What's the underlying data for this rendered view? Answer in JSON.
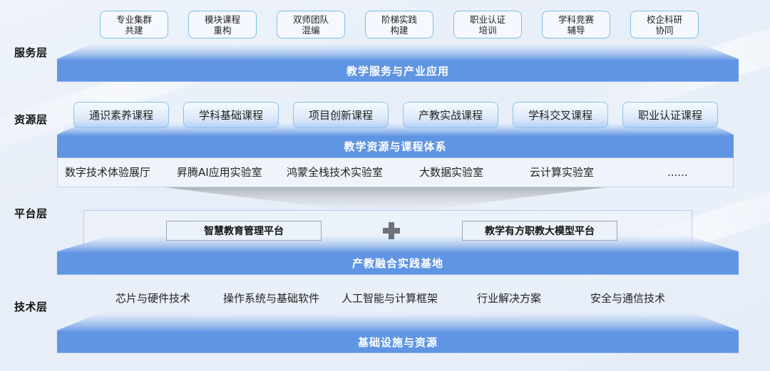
{
  "layers": {
    "service": {
      "label": "服务层",
      "band": "教学服务与产业应用",
      "cards": [
        {
          "line1": "专业集群",
          "line2": "共建"
        },
        {
          "line1": "模块课程",
          "line2": "重构"
        },
        {
          "line1": "双师团队",
          "line2": "混编"
        },
        {
          "line1": "阶梯实践",
          "line2": "构建"
        },
        {
          "line1": "职业认证",
          "line2": "培训"
        },
        {
          "line1": "学科竞赛",
          "line2": "辅导"
        },
        {
          "line1": "校企科研",
          "line2": "协同"
        }
      ]
    },
    "resource": {
      "label": "资源层",
      "band": "教学资源与课程体系",
      "courses": [
        "通识素养课程",
        "学科基础课程",
        "项目创新课程",
        "产教实战课程",
        "学科交叉课程",
        "职业认证课程"
      ],
      "labs": [
        "数字技术体验展厅",
        "昇腾AI应用实验室",
        "鸿蒙全栈技术实验室",
        "大数据实验室",
        "云计算实验室",
        "......"
      ]
    },
    "platform": {
      "label": "平台层",
      "band": "产教融合实践基地",
      "platforms": [
        "智慧教育管理平台",
        "教学有方职教大模型平台"
      ],
      "joiner_icon": "plus-icon"
    },
    "technology": {
      "label": "技术层",
      "band": "基础设施与资源",
      "items": [
        "芯片与硬件技术",
        "操作系统与基础软件",
        "人工智能与计算框架",
        "行业解决方案",
        "安全与通信技术"
      ]
    }
  },
  "colors": {
    "band": "#6095e4",
    "card_border": "#79c0e8",
    "background": "#e9eff8",
    "plus": "#6f7377"
  }
}
